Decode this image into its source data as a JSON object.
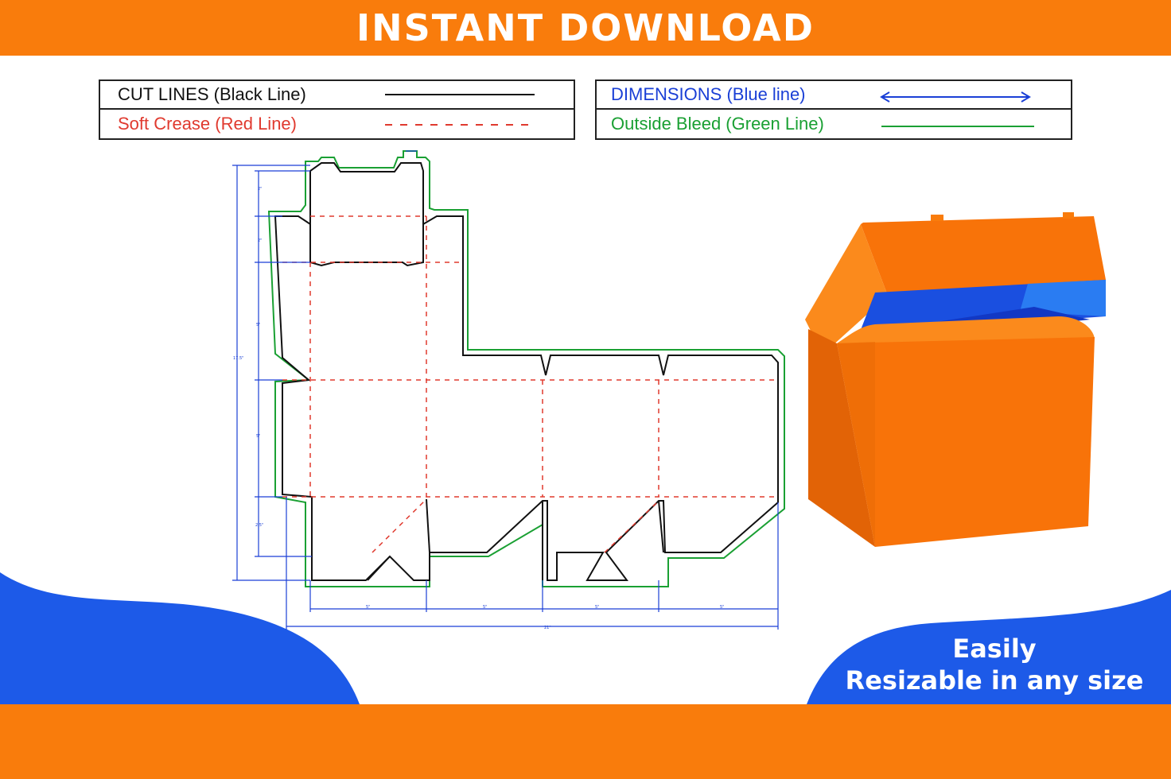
{
  "banner": {
    "title": "INSTANT DOWNLOAD"
  },
  "legend": {
    "cut_lines": "CUT LINES (Black Line)",
    "soft_crease": "Soft Crease (Red Line)",
    "dimensions": "DIMENSIONS (Blue line)",
    "outside_bleed": "Outside Bleed (Green Line)"
  },
  "dieline": {
    "dimension_labels": {
      "left_total": "17.5\"",
      "left_1": "2\"",
      "left_2": "2\"",
      "left_3": "5\"",
      "left_4": "5\"",
      "left_5": "2.5\"",
      "bottom_1": "5\"",
      "bottom_2": "5\"",
      "bottom_3": "5\"",
      "bottom_4": "5\"",
      "bottom_total": "21\""
    }
  },
  "promo": {
    "line1": "Easily",
    "line2": "Resizable in any size"
  },
  "colors": {
    "orange": "#f97c0c",
    "blue": "#1d5ae8",
    "cut": "#111111",
    "crease": "#e03a2f",
    "dimension": "#1a3fd6",
    "bleed": "#1aa033"
  }
}
